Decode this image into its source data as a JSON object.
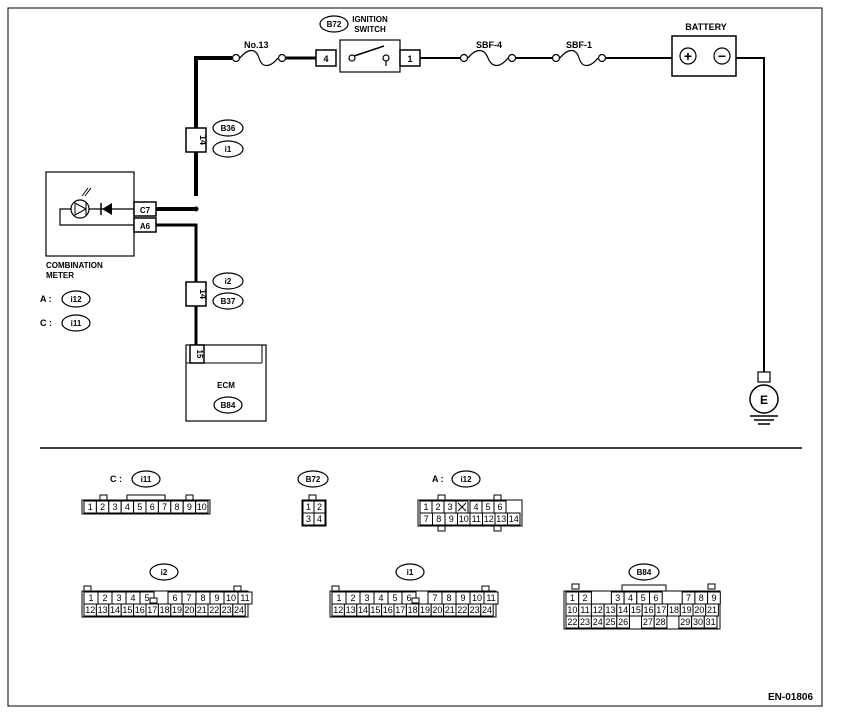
{
  "figure_id": "EN-01806",
  "top": {
    "fuse_no13": "No.13",
    "ignition_switch": {
      "connector": "B72",
      "line1": "IGNITION",
      "line2": "SWITCH",
      "pin_left": "4",
      "pin_right": "1"
    },
    "fuse_sbf4": "SBF-4",
    "fuse_sbf1": "SBF-1",
    "battery": "BATTERY",
    "plus": "+",
    "minus": "−"
  },
  "harness_upper": {
    "pin": "14",
    "conn_a": "B36",
    "conn_b": "i1"
  },
  "harness_lower": {
    "pin": "14",
    "conn_a": "i2",
    "conn_b": "B37"
  },
  "combination_meter": {
    "line1": "COMBINATION",
    "line2": "METER",
    "pin_c": "C7",
    "pin_a": "A6",
    "legend_a_label": "A :",
    "legend_a_conn": "i12",
    "legend_c_label": "C :",
    "legend_c_conn": "i11"
  },
  "ecm": {
    "label": "ECM",
    "connector": "B84",
    "pin": "15"
  },
  "ground": "E",
  "connectors": {
    "c_i11": {
      "label": "C :",
      "name": "i11",
      "row": [
        "1",
        "2",
        "3",
        "4",
        "5",
        "6",
        "7",
        "8",
        "9",
        "10"
      ]
    },
    "b72": {
      "name": "B72",
      "rows": [
        [
          "1",
          "2"
        ],
        [
          "3",
          "4"
        ]
      ]
    },
    "a_i12": {
      "label": "A :",
      "name": "i12",
      "row1": [
        "1",
        "2",
        "3",
        "",
        "4",
        "5",
        "6"
      ],
      "row2": [
        "7",
        "8",
        "9",
        "10",
        "11",
        "12",
        "13",
        "14"
      ]
    },
    "i2": {
      "name": "i2",
      "row1": [
        "1",
        "2",
        "3",
        "4",
        "5",
        "6",
        "7",
        "8",
        "9",
        "10",
        "11"
      ],
      "row2": [
        "12",
        "13",
        "14",
        "15",
        "16",
        "17",
        "18",
        "19",
        "20",
        "21",
        "22",
        "23",
        "24"
      ]
    },
    "i1": {
      "name": "i1",
      "row1": [
        "1",
        "2",
        "3",
        "4",
        "5",
        "6",
        "7",
        "8",
        "9",
        "10",
        "11"
      ],
      "row2": [
        "12",
        "13",
        "14",
        "15",
        "16",
        "17",
        "18",
        "19",
        "20",
        "21",
        "22",
        "23",
        "24"
      ]
    },
    "b84": {
      "name": "B84",
      "row1": [
        "1",
        "2",
        "3",
        "4",
        "5",
        "6",
        "7",
        "8",
        "9"
      ],
      "row2": [
        "10",
        "11",
        "12",
        "13",
        "14",
        "15",
        "16",
        "17",
        "18",
        "19",
        "20",
        "21"
      ],
      "row3": [
        "22",
        "23",
        "24",
        "25",
        "26",
        "27",
        "28",
        "29",
        "30",
        "31"
      ]
    }
  }
}
